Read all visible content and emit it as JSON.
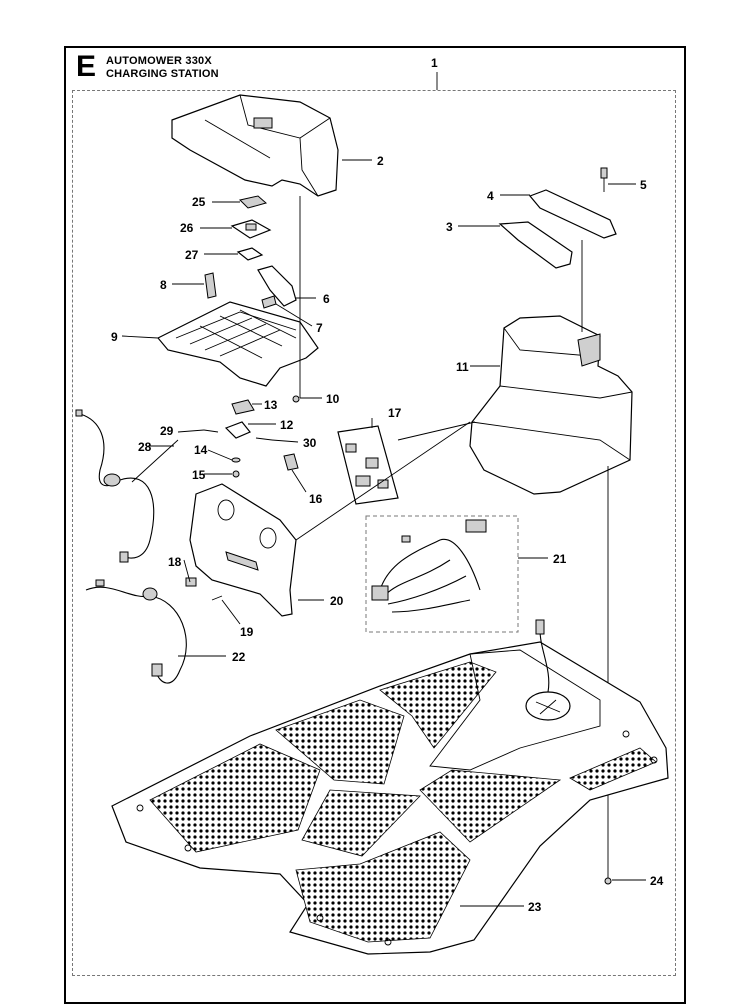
{
  "header": {
    "section_letter": "E",
    "line1": "AUTOMOWER 330X",
    "line2": "CHARGING STATION"
  },
  "callouts": [
    {
      "n": "1",
      "name": "callout-1"
    },
    {
      "n": "2",
      "name": "callout-2"
    },
    {
      "n": "3",
      "name": "callout-3"
    },
    {
      "n": "4",
      "name": "callout-4"
    },
    {
      "n": "5",
      "name": "callout-5"
    },
    {
      "n": "6",
      "name": "callout-6"
    },
    {
      "n": "7",
      "name": "callout-7"
    },
    {
      "n": "8",
      "name": "callout-8"
    },
    {
      "n": "9",
      "name": "callout-9"
    },
    {
      "n": "10",
      "name": "callout-10"
    },
    {
      "n": "11",
      "name": "callout-11"
    },
    {
      "n": "12",
      "name": "callout-12"
    },
    {
      "n": "13",
      "name": "callout-13"
    },
    {
      "n": "14",
      "name": "callout-14"
    },
    {
      "n": "15",
      "name": "callout-15"
    },
    {
      "n": "16",
      "name": "callout-16"
    },
    {
      "n": "17",
      "name": "callout-17"
    },
    {
      "n": "18",
      "name": "callout-18"
    },
    {
      "n": "19",
      "name": "callout-19"
    },
    {
      "n": "20",
      "name": "callout-20"
    },
    {
      "n": "21",
      "name": "callout-21"
    },
    {
      "n": "22",
      "name": "callout-22"
    },
    {
      "n": "23",
      "name": "callout-23"
    },
    {
      "n": "24",
      "name": "callout-24"
    },
    {
      "n": "25",
      "name": "callout-25"
    },
    {
      "n": "26",
      "name": "callout-26"
    },
    {
      "n": "27",
      "name": "callout-27"
    },
    {
      "n": "28",
      "name": "callout-28"
    },
    {
      "n": "29",
      "name": "callout-29"
    },
    {
      "n": "30",
      "name": "callout-30"
    }
  ]
}
